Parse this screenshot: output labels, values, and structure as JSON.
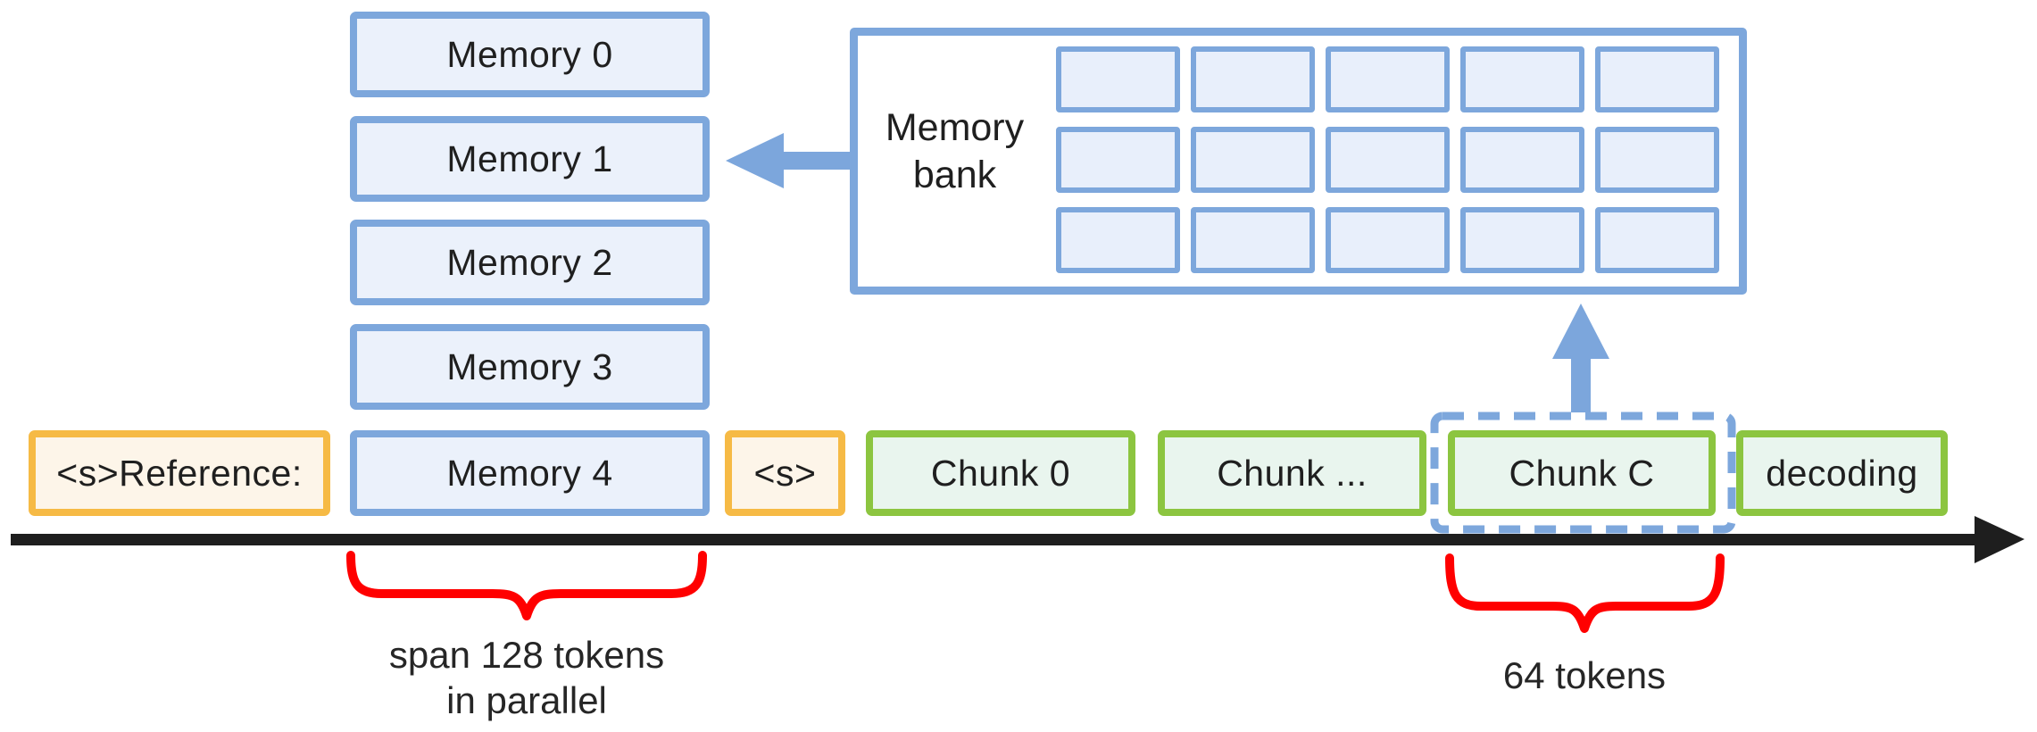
{
  "title": "Memory bank chunk-encoding diagram",
  "memory_stack": {
    "items": [
      {
        "label": "Memory 0"
      },
      {
        "label": "Memory 1"
      },
      {
        "label": "Memory 2"
      },
      {
        "label": "Memory 3"
      },
      {
        "label": "Memory 4"
      }
    ]
  },
  "memory_bank": {
    "label_line1": "Memory",
    "label_line2": "bank",
    "grid": {
      "rows": 3,
      "cols": 5
    }
  },
  "token_row": {
    "reference": {
      "label": "<s>Reference:"
    },
    "bos": {
      "label": "<s>"
    },
    "chunk0": {
      "label": "Chunk 0"
    },
    "chunk_dots": {
      "label": "Chunk ..."
    },
    "chunkC": {
      "label": "Chunk C",
      "highlighted": true
    },
    "decoding": {
      "label": "decoding"
    }
  },
  "annotations": {
    "left_brace_line1": "span 128 tokens",
    "left_brace_line2": "in parallel",
    "right_brace": "64 tokens"
  },
  "colors": {
    "blue_border": "#7DA7DC",
    "blue_fill": "#EBF1FB",
    "blue_cell_fill": "#E8EFFB",
    "orange_border": "#F6BA45",
    "orange_fill": "#FDF5E9",
    "green_border": "#8CC540",
    "green_fill": "#E9F5EE",
    "arrow_blue": "#7CA6DC",
    "brace_red": "#FF0000",
    "timeline_black": "#1E1E1E"
  }
}
